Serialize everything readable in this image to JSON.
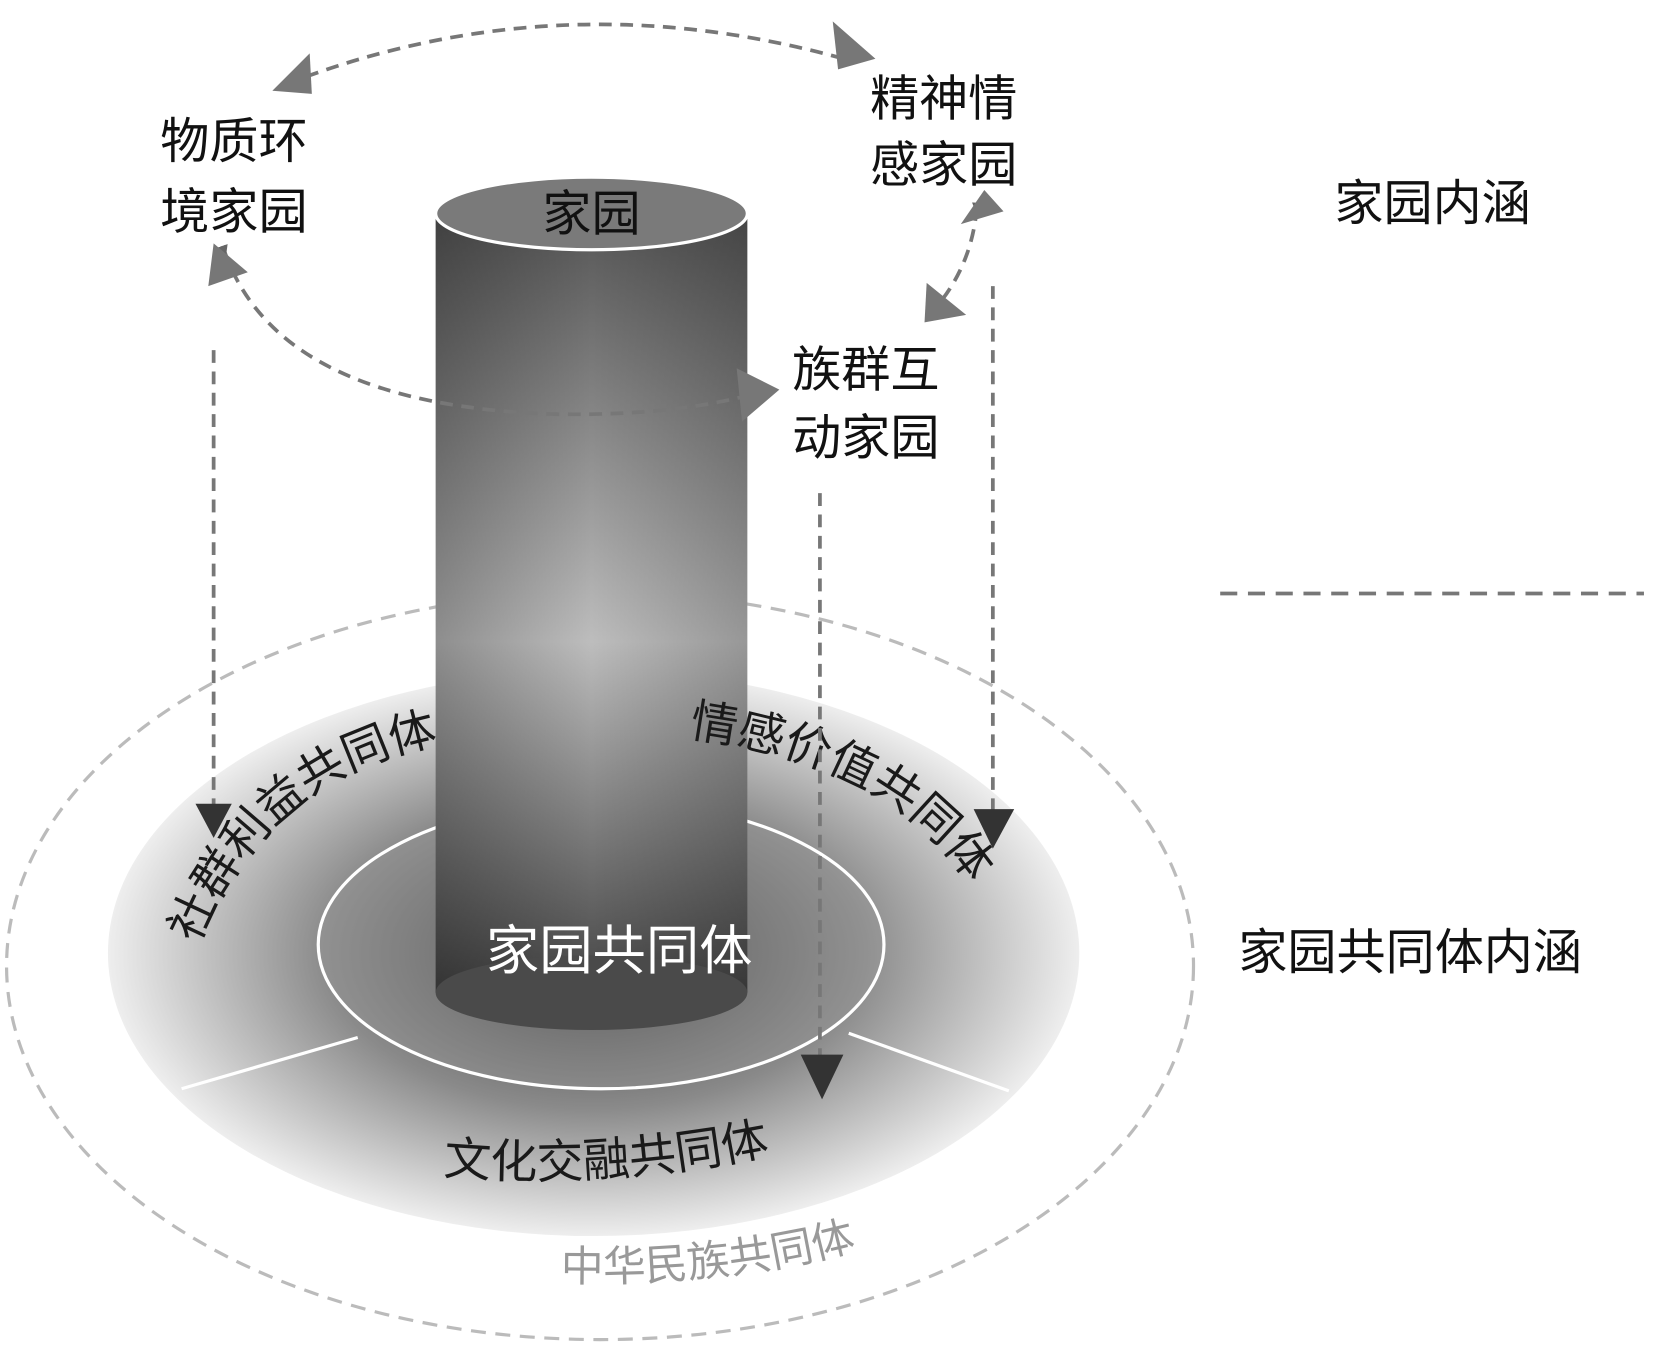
{
  "diagram": {
    "cylinder_label": "家园",
    "core_label": "家园共同体",
    "home_aspects": [
      {
        "line1": "物质环",
        "line2": "境家园"
      },
      {
        "line1": "精神情",
        "line2": "感家园"
      },
      {
        "line1": "族群互",
        "line2": "动家园"
      }
    ],
    "community_aspects": [
      "社群利益共同体",
      "情感价值共同体",
      "文化交融共同体"
    ],
    "outer_label": "中华民族共同体",
    "legend": {
      "top": "家园内涵",
      "bottom": "家园共同体内涵"
    }
  },
  "colors": {
    "dash": "#777777",
    "outer_ring": "#bbbbbb",
    "arrow": "#333333"
  }
}
